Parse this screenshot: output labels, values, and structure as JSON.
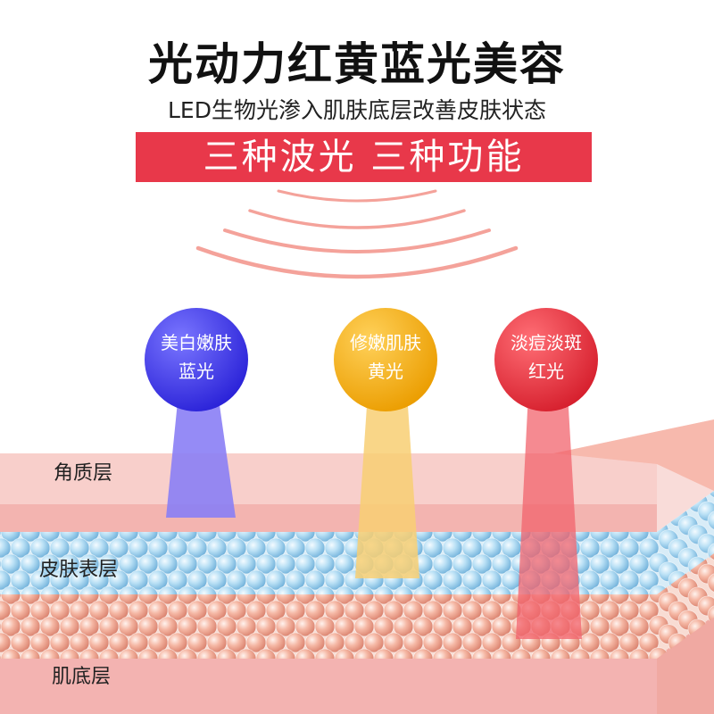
{
  "title": "光动力红黄蓝光美容",
  "subtitle": "LED生物光渗入肌肤底层改善皮肤状态",
  "banner": "三种波光 三种功能",
  "lights": [
    {
      "function": "美白嫩肤",
      "name": "蓝光",
      "color": "#3d38e6",
      "beam_color": "#8a7ef5"
    },
    {
      "function": "修嫩肌肤",
      "name": "黄光",
      "color": "#f0ad10",
      "beam_color": "#f8cf73"
    },
    {
      "function": "淡痘淡斑",
      "name": "红光",
      "color": "#e8333f",
      "beam_color": "#f2636c"
    }
  ],
  "layers": {
    "stratum_corneum": "角质层",
    "epidermis": "皮肤表层",
    "dermis": "肌底层"
  },
  "colors": {
    "banner": "#e8384a",
    "waves": "#f4a29a",
    "corneum": "#f6c9c7",
    "epidermis_cells": "#9fd0ee",
    "dermis_cells": "#f0a58f"
  }
}
